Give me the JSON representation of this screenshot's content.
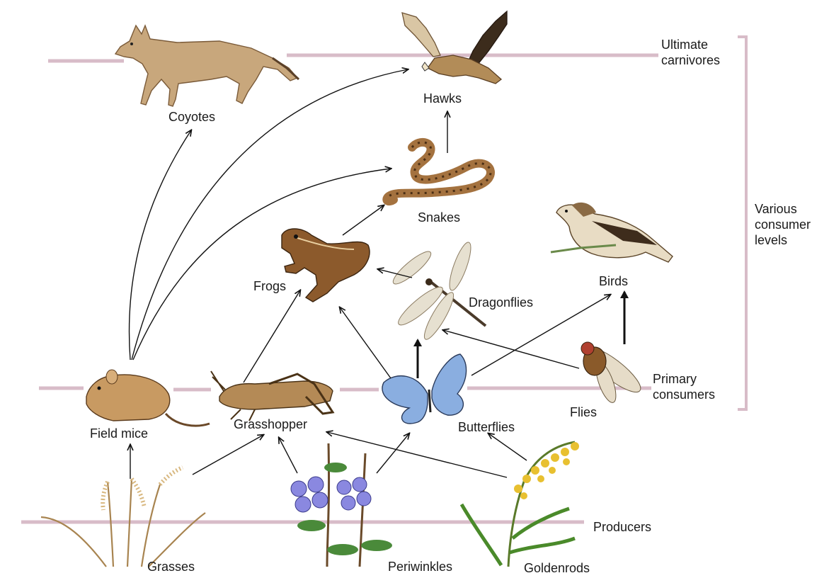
{
  "levels": {
    "ultimate": [
      "Ultimate",
      "carnivores"
    ],
    "various": [
      "Various",
      "consumer",
      "levels"
    ],
    "primary": [
      "Primary",
      "consumers"
    ],
    "producers": "Producers"
  },
  "organisms": {
    "coyotes": "Coyotes",
    "hawks": "Hawks",
    "snakes": "Snakes",
    "birds": "Birds",
    "frogs": "Frogs",
    "dragonflies": "Dragonflies",
    "field_mice": "Field mice",
    "grasshopper": "Grasshopper",
    "butterflies": "Butterflies",
    "flies": "Flies",
    "grasses": "Grasses",
    "periwinkles": "Periwinkles",
    "goldenrods": "Goldenrods"
  },
  "feeding_links": [
    {
      "from": "Grasses",
      "to": "Field mice"
    },
    {
      "from": "Grasses",
      "to": "Grasshopper"
    },
    {
      "from": "Periwinkles",
      "to": "Grasshopper"
    },
    {
      "from": "Periwinkles",
      "to": "Butterflies"
    },
    {
      "from": "Goldenrods",
      "to": "Grasshopper"
    },
    {
      "from": "Goldenrods",
      "to": "Butterflies"
    },
    {
      "from": "Field mice",
      "to": "Coyotes"
    },
    {
      "from": "Field mice",
      "to": "Hawks"
    },
    {
      "from": "Field mice",
      "to": "Snakes"
    },
    {
      "from": "Grasshopper",
      "to": "Frogs"
    },
    {
      "from": "Butterflies",
      "to": "Frogs"
    },
    {
      "from": "Butterflies",
      "to": "Dragonflies"
    },
    {
      "from": "Butterflies",
      "to": "Birds"
    },
    {
      "from": "Flies",
      "to": "Dragonflies"
    },
    {
      "from": "Flies",
      "to": "Birds"
    },
    {
      "from": "Dragonflies",
      "to": "Frogs"
    },
    {
      "from": "Frogs",
      "to": "Snakes"
    },
    {
      "from": "Snakes",
      "to": "Hawks"
    }
  ],
  "colors": {
    "level_line": "#d8bcc8",
    "arrow": "#111111"
  }
}
